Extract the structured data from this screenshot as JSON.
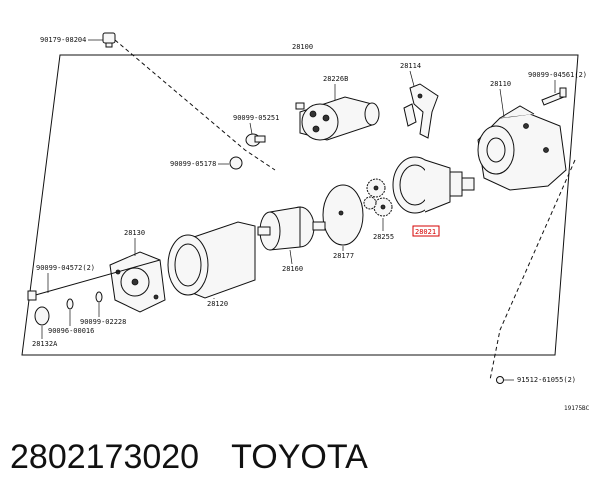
{
  "diagram": {
    "assembly_label": "28100",
    "drawing_code": "19175BC",
    "labels": {
      "bolt_top_left": "90179-08204",
      "solenoid": "28226B",
      "fork": "28114",
      "bolt_top_right": "90099-04561(2)",
      "housing": "28110",
      "bolt_solenoid_1": "90099-05251",
      "bolt_solenoid_2": "90099-05178",
      "planetary": "28255",
      "clutch_highlight": "28021",
      "brush_holder": "28130",
      "through_bolt": "90099-04572(2)",
      "commutator_cap": "90099-02228",
      "washer": "90096-00016",
      "cap": "28132A",
      "yoke": "28120",
      "armature": "28160",
      "plate": "28177",
      "screw_bottom_right": "91512-61055(2)"
    },
    "highlight_color": "#d40000"
  },
  "caption": {
    "part_number": "2802173020",
    "brand": "TOYOTA"
  }
}
